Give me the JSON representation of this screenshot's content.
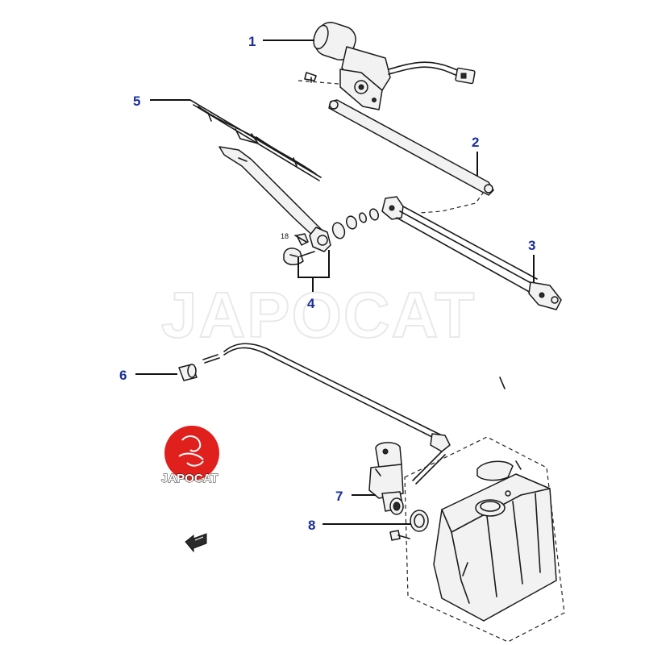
{
  "watermark": {
    "text": "JAPOCAT"
  },
  "logo": {
    "text": "JAPOCAT",
    "color": "#e0201c"
  },
  "callouts": {
    "c1": "1",
    "c2": "2",
    "c3": "3",
    "c4": "4",
    "c5": "5",
    "c6": "6",
    "c7": "7",
    "c8": "8",
    "c18": "18"
  },
  "colors": {
    "callout": "#1a2f9c",
    "line": "#1a1a1a"
  },
  "icons": {
    "front_arrow": "front-arrow-icon"
  }
}
